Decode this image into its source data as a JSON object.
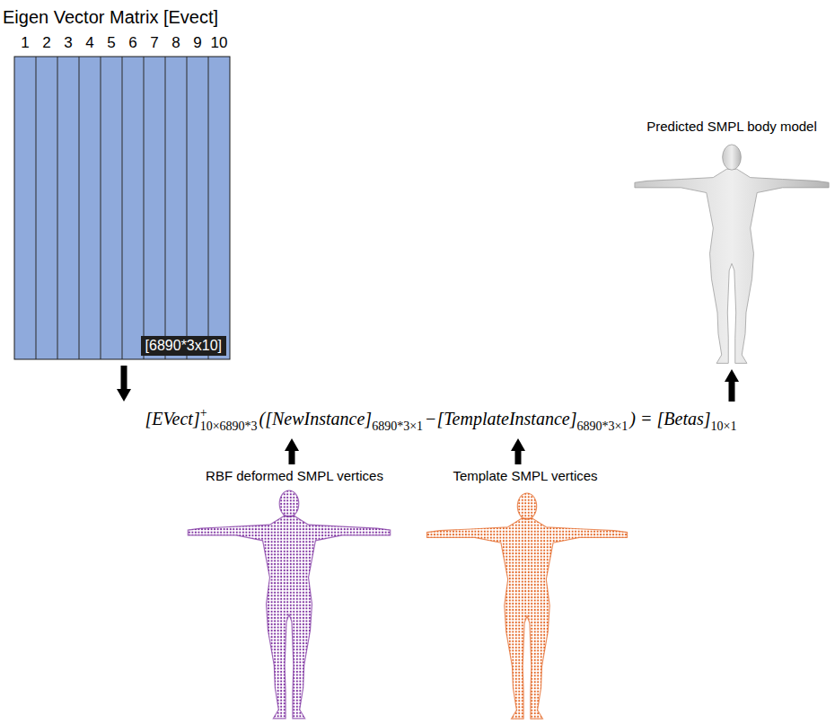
{
  "diagram": {
    "nodes": [
      {
        "text": [
          "Eigen Vector Matrix [Evect]",
          "[6890*3x10]"
        ]
      },
      {
        "text": [
          "[EVect]",
          "+",
          "10×6890*3",
          "([NewInstance]",
          "6890*3×1",
          "−[TemplateInstance]",
          "6890*3×1",
          ") = [Betas]",
          "10×1"
        ]
      },
      {
        "text": [
          "Predicted SMPL body model"
        ]
      },
      {
        "text": [
          "RBF deformed SMPL vertices"
        ]
      },
      {
        "text": [
          "Template SMPL vertices"
        ]
      }
    ],
    "edges": [
      {
        "from": 0,
        "to": 1,
        "arrow": "to"
      },
      {
        "from": 3,
        "to": 1,
        "arrow": "to"
      },
      {
        "from": 4,
        "to": 1,
        "arrow": "to"
      },
      {
        "from": 1,
        "to": 2,
        "arrow": "to"
      }
    ],
    "labels": [
      "1",
      "2",
      "3",
      "4",
      "5",
      "6",
      "7",
      "8",
      "9",
      "10"
    ]
  }
}
